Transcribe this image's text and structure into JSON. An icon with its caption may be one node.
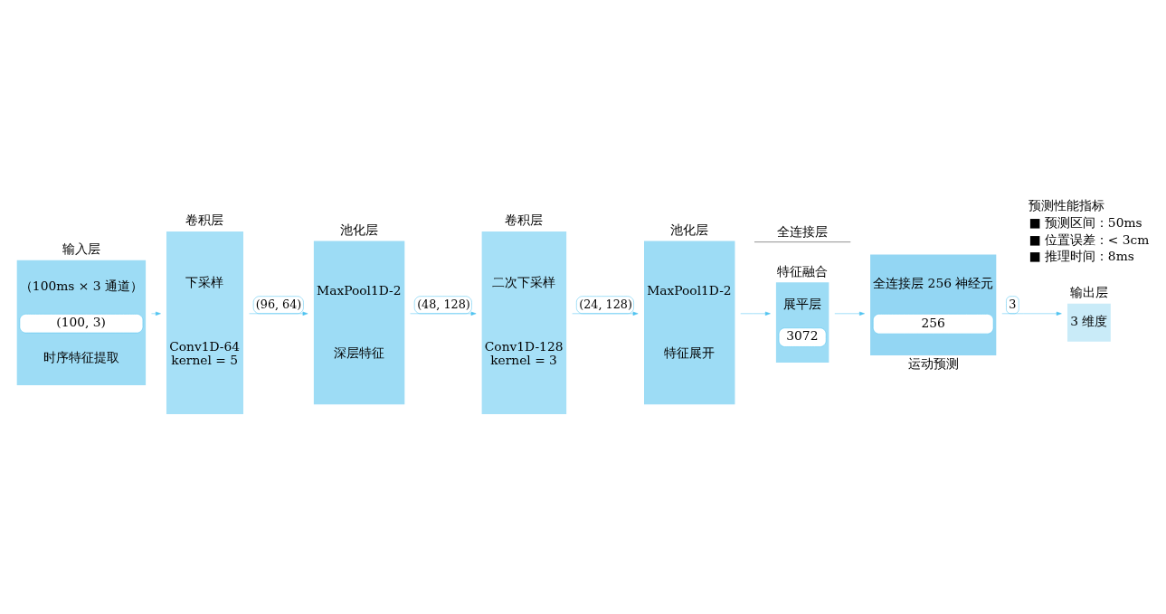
{
  "diagram": {
    "nodes": [
      {
        "text": [
          "输入层",
          "（100ms × 3 通道）",
          "(100, 3)",
          "时序特征提取"
        ]
      },
      {
        "text": [
          "卷积层",
          "下采样",
          "Conv1D-64 kernel = 5"
        ]
      },
      {
        "text": [
          "池化层",
          "MaxPool1D-2",
          "深层特征"
        ]
      },
      {
        "text": [
          "卷积层",
          "二次下采样",
          "Conv1D-128 kernel = 3"
        ]
      },
      {
        "text": [
          "池化层",
          "MaxPool1D-2",
          "特征展开"
        ]
      },
      {
        "text": [
          "展平层",
          "3072"
        ],
        "beside": [
          "特征融合"
        ]
      },
      {
        "text": [
          "全连接层 256 神经元",
          "256"
        ],
        "beside": [
          "运动预测"
        ]
      },
      {
        "text": [
          "输出层",
          "3 维度"
        ]
      }
    ],
    "edges": [
      {
        "from": 0,
        "to": 1,
        "arrow": "to"
      },
      {
        "from": 1,
        "to": 2,
        "arrow": "to",
        "label": "(96, 64)"
      },
      {
        "from": 2,
        "to": 3,
        "arrow": "to",
        "label": "(48, 128)"
      },
      {
        "from": 3,
        "to": 4,
        "arrow": "to",
        "label": "(24, 128)"
      },
      {
        "from": 4,
        "to": 5,
        "arrow": "to"
      },
      {
        "from": 5,
        "to": 6,
        "arrow": "to"
      },
      {
        "from": 6,
        "to": 7,
        "arrow": "to",
        "label": "3"
      }
    ],
    "labels": [
      "预测性能指标",
      "■ 预测区间：50ms",
      "■ 位置误差：< 3cm",
      "■ 推理时间：8ms",
      "全连接层"
    ]
  }
}
